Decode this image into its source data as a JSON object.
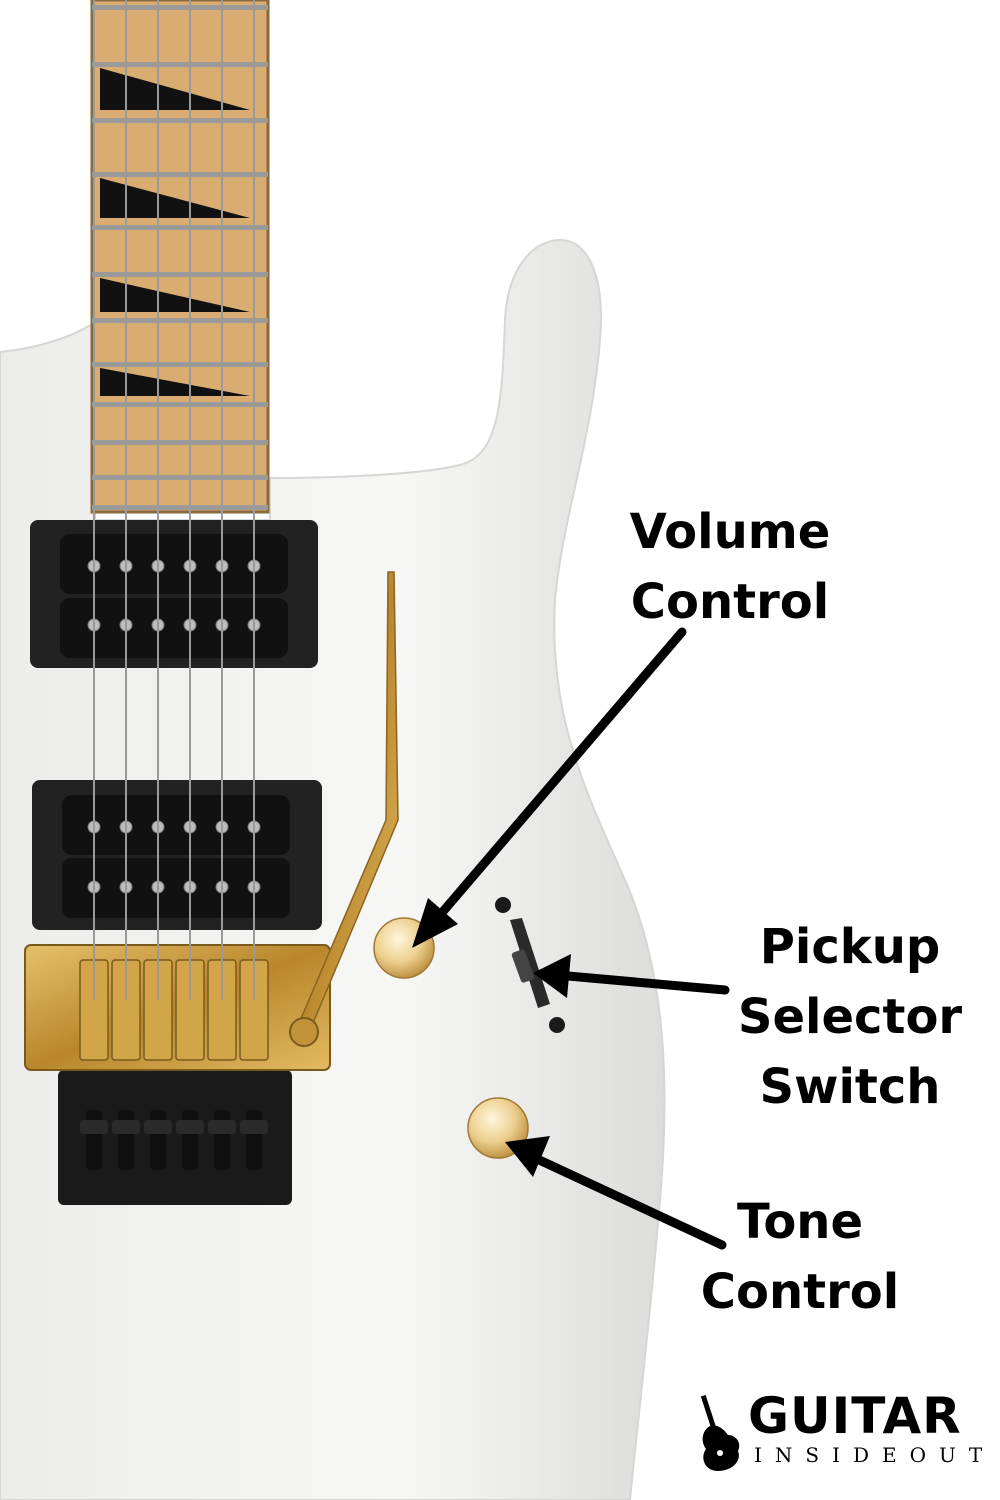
{
  "labels": {
    "volume": [
      "Volume",
      "Control"
    ],
    "pickup": [
      "Pickup",
      "Selector",
      "Switch"
    ],
    "tone": [
      "Tone",
      "Control"
    ]
  },
  "logo": {
    "title": "GUITAR",
    "subtitle": "INSIDEOUT"
  },
  "colors": {
    "body": "#f4f4f2",
    "fretboard": "#e0b57a",
    "inlay": "#111111",
    "pickup": "#1b1b1b",
    "hardware_gold": "#c89a3c",
    "knob_gold": "#f0d59a",
    "arrow": "#000000",
    "text": "#000000"
  }
}
